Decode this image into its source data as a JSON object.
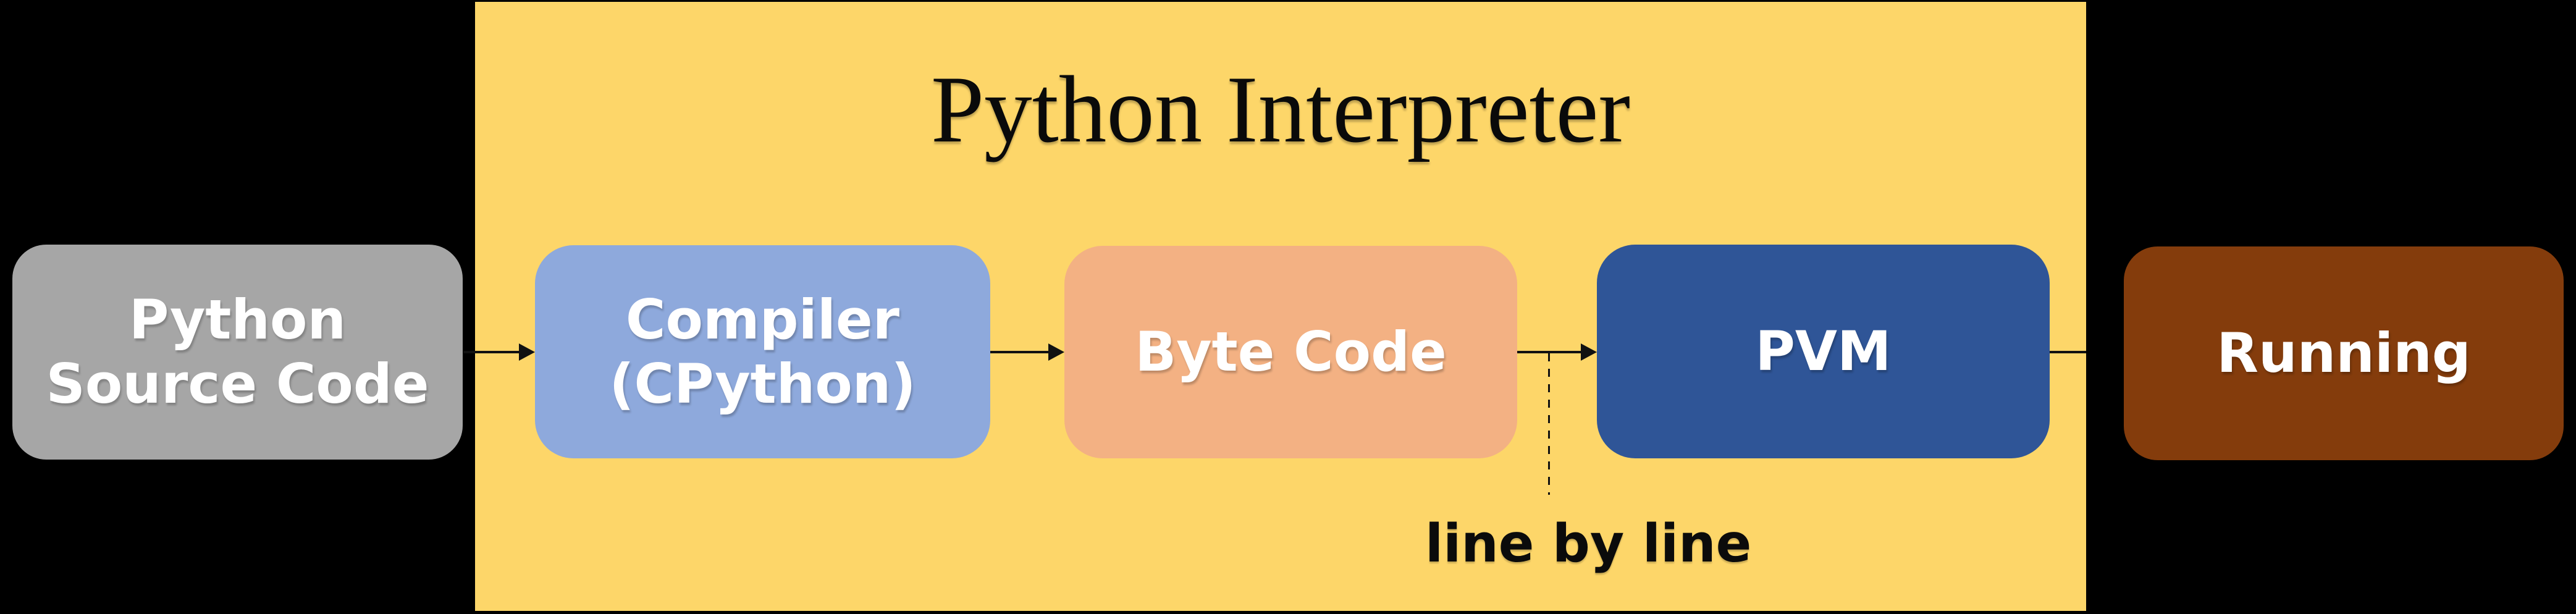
{
  "diagram": {
    "title": "Python Interpreter",
    "annotation": {
      "label": "line by line"
    },
    "nodes": {
      "source": {
        "line1": "Python",
        "line2": "Source Code"
      },
      "compiler": {
        "line1": "Compiler",
        "line2": "(CPython)"
      },
      "bytecode": {
        "line1": "Byte Code"
      },
      "pvm": {
        "line1": "PVM"
      },
      "running": {
        "line1": "Running"
      }
    },
    "flow": [
      "Python Source Code",
      "Compiler (CPython)",
      "Byte Code",
      "PVM",
      "Running"
    ],
    "colors": {
      "background": "#000000",
      "interpreter_panel": "#FDD669",
      "source_box": "#A6A6A6",
      "compiler_box": "#8EA9DC",
      "bytecode_box": "#F3B183",
      "pvm_box": "#2F5597",
      "running_box": "#843C0C",
      "box_text": "#FFFFFF",
      "title_text": "#0A0A0A",
      "connectors": "#111111"
    }
  }
}
